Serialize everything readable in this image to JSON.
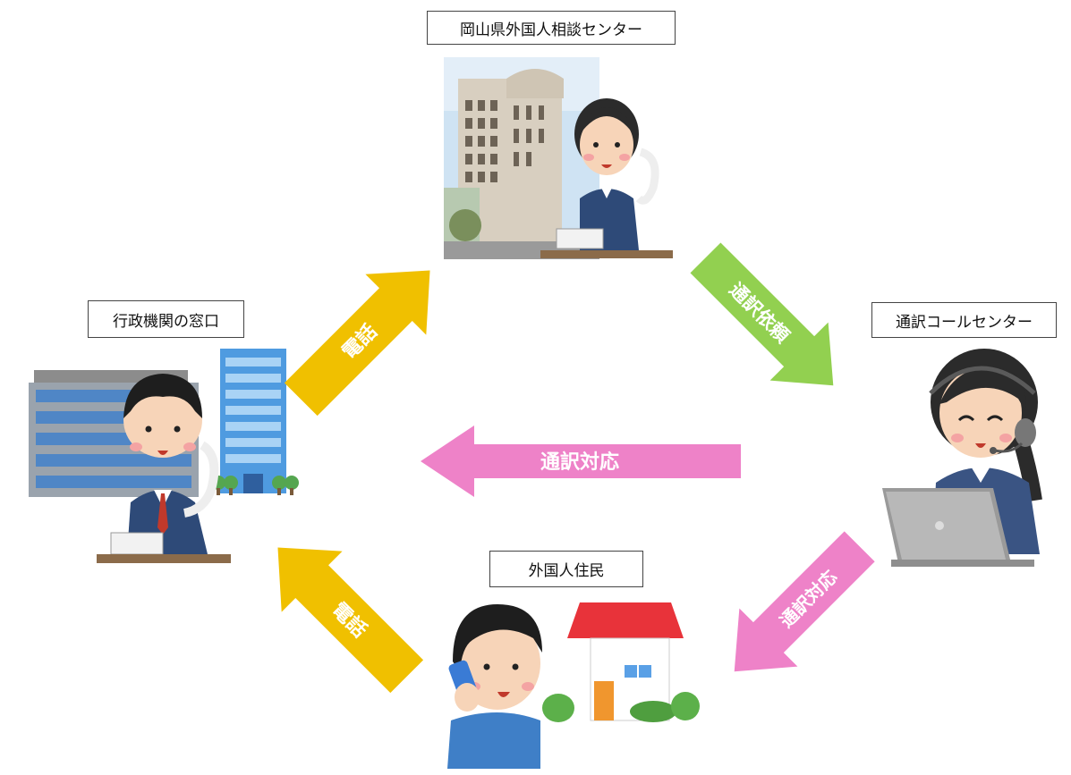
{
  "nodes": {
    "center": {
      "label": "岡山県外国人相談センター"
    },
    "admin": {
      "label": "行政機関の窓口"
    },
    "callcenter": {
      "label": "通訳コールセンター"
    },
    "resident": {
      "label": "外国人住民"
    }
  },
  "arrows": {
    "admin_to_center": {
      "label": "電話",
      "color": "#f0c000"
    },
    "center_to_callcenter": {
      "label": "通訳依頼",
      "color": "#92d050"
    },
    "callcenter_to_admin": {
      "label": "通訳対応",
      "color": "#ee82c8"
    },
    "callcenter_to_resident": {
      "label": "通訳対応",
      "color": "#ee82c8"
    },
    "resident_to_admin": {
      "label": "電話",
      "color": "#f0c000"
    }
  }
}
